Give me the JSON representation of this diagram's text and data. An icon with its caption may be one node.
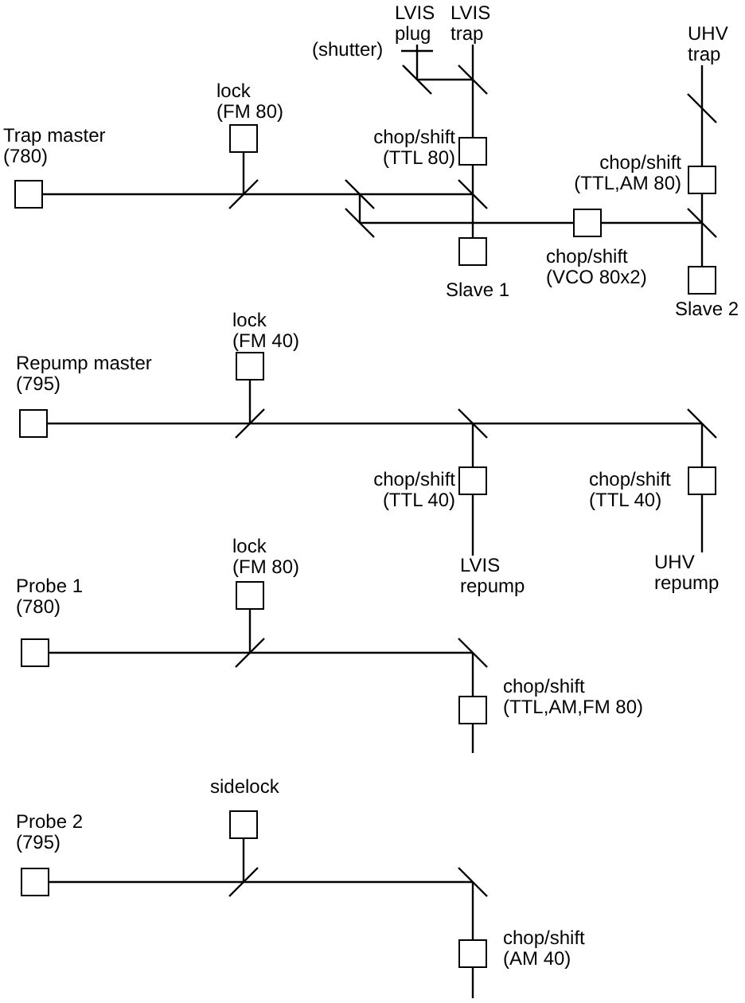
{
  "diagram": {
    "nodes": [
      {
        "text": [
          "LVIS plug"
        ]
      },
      {
        "text": [
          "LVIS trap"
        ]
      },
      {
        "text": [
          "UHV trap"
        ]
      },
      {
        "text": [
          "(shutter)"
        ]
      },
      {
        "text": [],
        "shape": "mirror"
      },
      {
        "text": [],
        "shape": "mirror"
      },
      {
        "text": [
          "lock",
          "(FM 80)"
        ]
      },
      {
        "text": [
          "chop/shift",
          "(TTL 80)"
        ]
      },
      {
        "text": [
          "Trap master",
          "(780)"
        ]
      },
      {
        "text": [],
        "shape": "mirror"
      },
      {
        "text": [],
        "shape": "mirror"
      },
      {
        "text": [],
        "shape": "mirror"
      },
      {
        "text": [],
        "shape": "mirror"
      },
      {
        "text": [
          "chop/shift",
          "(VCO 80x2)"
        ]
      },
      {
        "text": [],
        "shape": "mirror"
      },
      {
        "text": [],
        "shape": "mirror"
      },
      {
        "text": [
          "chop/shift",
          "(TTL,AM 80)"
        ]
      },
      {
        "text": [
          "Slave 1"
        ]
      },
      {
        "text": [
          "Slave 2"
        ]
      },
      {
        "text": [
          "lock",
          "(FM 40)"
        ]
      },
      {
        "text": [
          "Repump master",
          "(795)"
        ]
      },
      {
        "text": [],
        "shape": "mirror"
      },
      {
        "text": [],
        "shape": "mirror"
      },
      {
        "text": [],
        "shape": "mirror"
      },
      {
        "text": [
          "chop/shift",
          "(TTL 40)"
        ]
      },
      {
        "text": [
          "chop/shift",
          "(TTL 40)"
        ]
      },
      {
        "text": [
          "LVIS repump"
        ]
      },
      {
        "text": [
          "UHV repump"
        ]
      },
      {
        "text": [
          "lock",
          "(FM 80)"
        ]
      },
      {
        "text": [
          "Probe 1",
          "(780)"
        ]
      },
      {
        "text": [],
        "shape": "mirror"
      },
      {
        "text": [],
        "shape": "mirror"
      },
      {
        "text": [
          "chop/shift",
          "(TTL,AM,FM 80)"
        ]
      },
      {
        "text": [
          "sidelock"
        ]
      },
      {
        "text": [
          "Probe 2",
          "(795)"
        ]
      },
      {
        "text": [],
        "shape": "mirror"
      },
      {
        "text": [],
        "shape": "mirror"
      },
      {
        "text": [
          "chop/shift",
          "(AM 40)"
        ]
      }
    ],
    "edges": [
      {
        "from": 8,
        "to": 9,
        "arrow": "none"
      },
      {
        "from": 9,
        "to": 6,
        "arrow": "none"
      },
      {
        "from": 9,
        "to": 10,
        "arrow": "none"
      },
      {
        "from": 10,
        "to": 11,
        "arrow": "none"
      },
      {
        "from": 10,
        "to": 12,
        "arrow": "none"
      },
      {
        "from": 12,
        "to": 13,
        "arrow": "none"
      },
      {
        "from": 13,
        "to": 14,
        "arrow": "none"
      },
      {
        "from": 17,
        "to": 11,
        "arrow": "none"
      },
      {
        "from": 11,
        "to": 7,
        "arrow": "none"
      },
      {
        "from": 7,
        "to": 5,
        "arrow": "none"
      },
      {
        "from": 5,
        "to": 1,
        "arrow": "none"
      },
      {
        "from": 5,
        "to": 4,
        "arrow": "none"
      },
      {
        "from": 4,
        "to": 3,
        "arrow": "none"
      },
      {
        "from": 3,
        "to": 0,
        "arrow": "none"
      },
      {
        "from": 18,
        "to": 14,
        "arrow": "none"
      },
      {
        "from": 14,
        "to": 16,
        "arrow": "none"
      },
      {
        "from": 16,
        "to": 15,
        "arrow": "none"
      },
      {
        "from": 15,
        "to": 2,
        "arrow": "none"
      },
      {
        "from": 20,
        "to": 21,
        "arrow": "none"
      },
      {
        "from": 21,
        "to": 19,
        "arrow": "none"
      },
      {
        "from": 21,
        "to": 22,
        "arrow": "none"
      },
      {
        "from": 22,
        "to": 23,
        "arrow": "none"
      },
      {
        "from": 22,
        "to": 24,
        "arrow": "none"
      },
      {
        "from": 24,
        "to": 26,
        "arrow": "none"
      },
      {
        "from": 23,
        "to": 25,
        "arrow": "none"
      },
      {
        "from": 25,
        "to": 27,
        "arrow": "none"
      },
      {
        "from": 29,
        "to": 30,
        "arrow": "none"
      },
      {
        "from": 30,
        "to": 28,
        "arrow": "none"
      },
      {
        "from": 30,
        "to": 31,
        "arrow": "none"
      },
      {
        "from": 31,
        "to": 32,
        "arrow": "none"
      },
      {
        "from": 32,
        "to": null,
        "arrow": "none"
      },
      {
        "from": 34,
        "to": 35,
        "arrow": "none"
      },
      {
        "from": 35,
        "to": 33,
        "arrow": "none"
      },
      {
        "from": 35,
        "to": 36,
        "arrow": "none"
      },
      {
        "from": 36,
        "to": 37,
        "arrow": "none"
      },
      {
        "from": 37,
        "to": null,
        "arrow": "none"
      }
    ]
  }
}
